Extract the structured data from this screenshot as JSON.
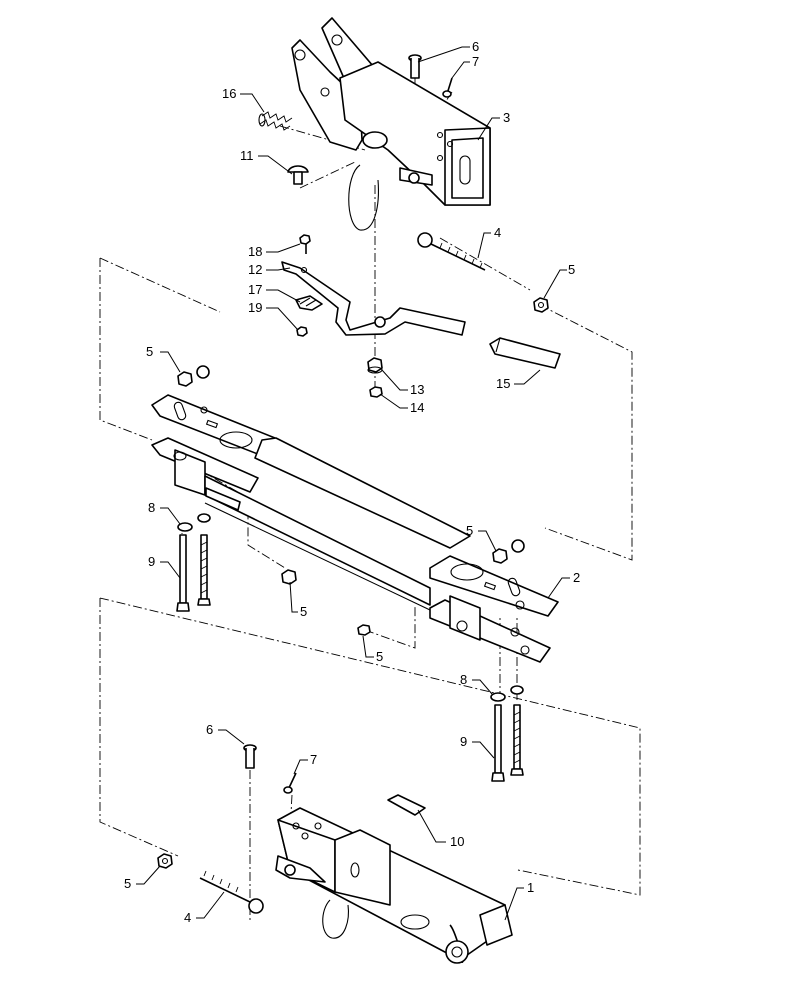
{
  "callouts": [
    {
      "id": "c6a",
      "text": "6"
    },
    {
      "id": "c7a",
      "text": "7"
    },
    {
      "id": "c16",
      "text": "16"
    },
    {
      "id": "c3",
      "text": "3"
    },
    {
      "id": "c11",
      "text": "11"
    },
    {
      "id": "c4a",
      "text": "4"
    },
    {
      "id": "c18",
      "text": "18"
    },
    {
      "id": "c12",
      "text": "12"
    },
    {
      "id": "c5a",
      "text": "5"
    },
    {
      "id": "c17",
      "text": "17"
    },
    {
      "id": "c19",
      "text": "19"
    },
    {
      "id": "c5b",
      "text": "5"
    },
    {
      "id": "c13",
      "text": "13"
    },
    {
      "id": "c15",
      "text": "15"
    },
    {
      "id": "c14",
      "text": "14"
    },
    {
      "id": "c8a",
      "text": "8"
    },
    {
      "id": "c5c",
      "text": "5"
    },
    {
      "id": "c9a",
      "text": "9"
    },
    {
      "id": "c2",
      "text": "2"
    },
    {
      "id": "c5d",
      "text": "5"
    },
    {
      "id": "c5e",
      "text": "5"
    },
    {
      "id": "c8b",
      "text": "8"
    },
    {
      "id": "c9b",
      "text": "9"
    },
    {
      "id": "c6b",
      "text": "6"
    },
    {
      "id": "c7b",
      "text": "7"
    },
    {
      "id": "c10",
      "text": "10"
    },
    {
      "id": "c1",
      "text": "1"
    },
    {
      "id": "c5f",
      "text": "5"
    },
    {
      "id": "c4b",
      "text": "4"
    }
  ]
}
